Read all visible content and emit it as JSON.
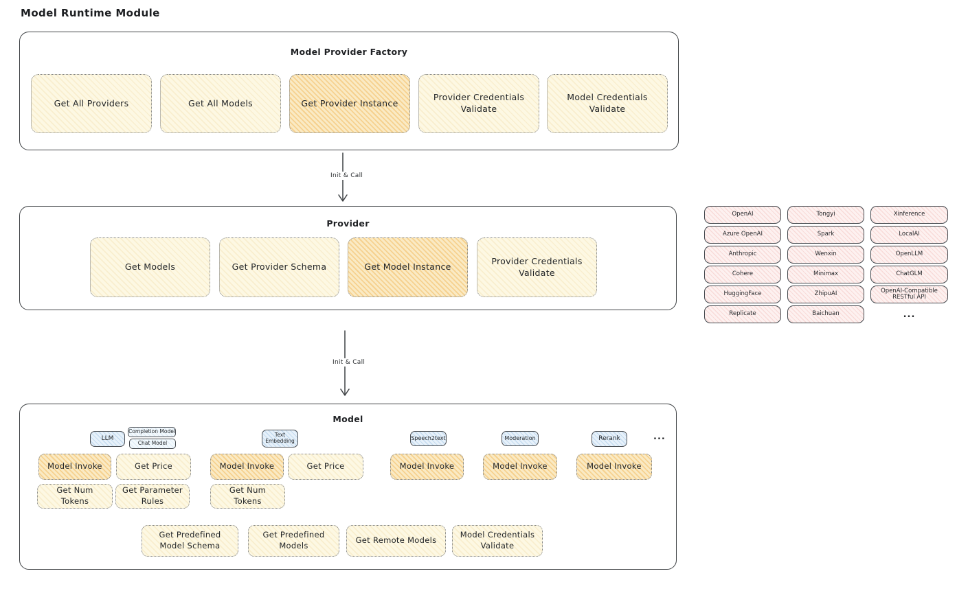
{
  "page": {
    "title": "Model Runtime Module"
  },
  "factory": {
    "title": "Model Provider Factory",
    "buttons": [
      "Get All Providers",
      "Get All Models",
      "Get Provider Instance",
      "Provider Credentials Validate",
      "Model Credentials Validate"
    ]
  },
  "flow": {
    "arrow1_label": "Init & Call",
    "arrow2_label": "Init & Call"
  },
  "provider": {
    "title": "Provider",
    "buttons": [
      "Get Models",
      "Get Provider Schema",
      "Get Model Instance",
      "Provider Credentials Validate"
    ]
  },
  "providers": {
    "items": [
      "OpenAI",
      "Tongyi",
      "Xinference",
      "Azure OpenAI",
      "Spark",
      "LocalAI",
      "Anthropic",
      "Wenxin",
      "OpenLLM",
      "Cohere",
      "Minimax",
      "ChatGLM",
      "HuggingFace",
      "ZhipuAI",
      "OpenAI-Compatible RESTful API",
      "Replicate",
      "Baichuan",
      "..."
    ]
  },
  "model": {
    "title": "Model",
    "tags": {
      "llm": "LLM",
      "completion_model": "Completion Model",
      "chat_model": "Chat Model",
      "text_embedding": "Text Embedding",
      "speech2text": "Speech2text",
      "moderation": "Moderation",
      "rerank": "Rerank",
      "more": "..."
    },
    "buttons": {
      "model_invoke": "Model Invoke",
      "get_price": "Get Price",
      "get_num_tokens": "Get Num Tokens",
      "get_parameter_rules": "Get Parameter Rules",
      "get_predefined_model_schema": "Get Predefined Model Schema",
      "get_predefined_models": "Get Predefined Models",
      "get_remote_models": "Get Remote Models",
      "model_credentials_validate": "Model Credentials Validate"
    }
  },
  "colors": {
    "stroke": "#3d4043",
    "cream_fill": "#fdf8e3",
    "orange_fill": "#faeac4",
    "pink_fill": "#fdf1f0",
    "blue_fill": "#e7f1fa"
  }
}
